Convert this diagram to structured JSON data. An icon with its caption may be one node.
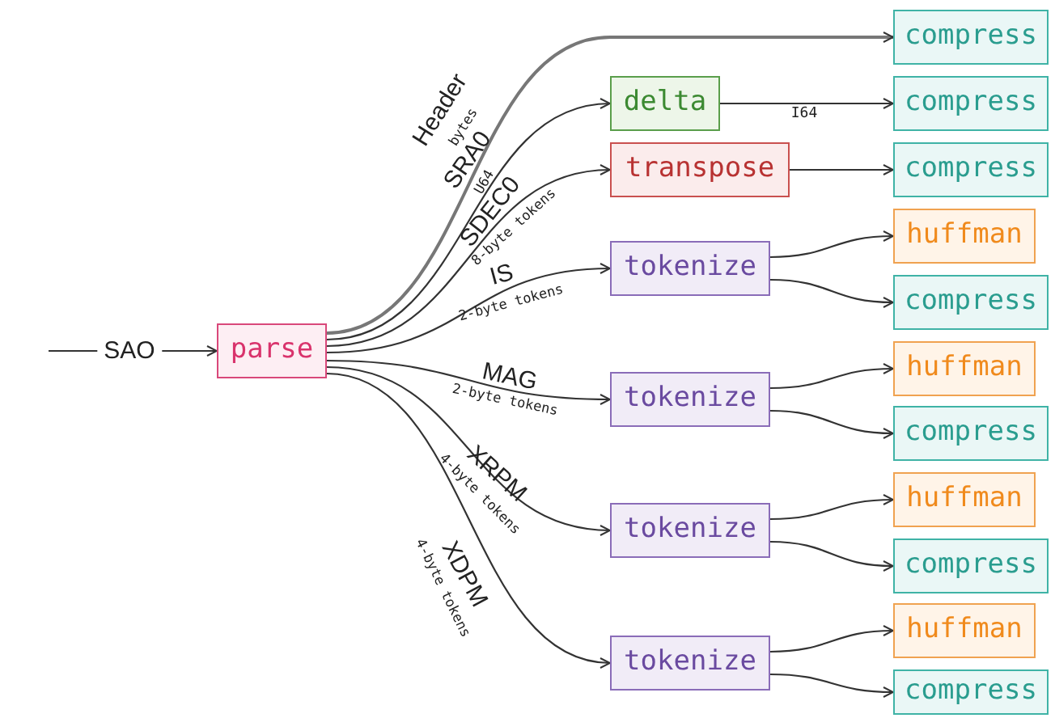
{
  "diagram": {
    "nodes": [
      {
        "text": [
          "parse"
        ]
      },
      {
        "text": [
          "delta"
        ]
      },
      {
        "text": [
          "transpose"
        ]
      },
      {
        "text": [
          "tokenize"
        ]
      },
      {
        "text": [
          "tokenize"
        ]
      },
      {
        "text": [
          "tokenize"
        ]
      },
      {
        "text": [
          "tokenize"
        ]
      },
      {
        "text": [
          "compress"
        ]
      },
      {
        "text": [
          "compress"
        ]
      },
      {
        "text": [
          "compress"
        ]
      },
      {
        "text": [
          "huffman"
        ]
      },
      {
        "text": [
          "compress"
        ]
      },
      {
        "text": [
          "huffman"
        ]
      },
      {
        "text": [
          "compress"
        ]
      },
      {
        "text": [
          "huffman"
        ]
      },
      {
        "text": [
          "compress"
        ]
      },
      {
        "text": [
          "huffman"
        ]
      },
      {
        "text": [
          "compress"
        ]
      }
    ],
    "edges": [
      {
        "from": null,
        "to": 0,
        "arrow": "to",
        "label": "SAO"
      },
      {
        "from": 0,
        "to": 7,
        "arrow": "to",
        "label": "Header",
        "color": "#777777"
      },
      {
        "from": 0,
        "to": 1,
        "arrow": "to",
        "label": "SRA0"
      },
      {
        "from": 0,
        "to": 2,
        "arrow": "to",
        "label": "SDEC0"
      },
      {
        "from": 0,
        "to": 3,
        "arrow": "to",
        "label": "IS"
      },
      {
        "from": 0,
        "to": 4,
        "arrow": "to",
        "label": "MAG"
      },
      {
        "from": 0,
        "to": 5,
        "arrow": "to",
        "label": "XRPM"
      },
      {
        "from": 0,
        "to": 6,
        "arrow": "to",
        "label": "XDPM"
      },
      {
        "from": 1,
        "to": 8,
        "arrow": "to",
        "label": "I64"
      },
      {
        "from": 2,
        "to": 9,
        "arrow": "to"
      },
      {
        "from": 3,
        "to": 10,
        "arrow": "to"
      },
      {
        "from": 3,
        "to": 11,
        "arrow": "to"
      },
      {
        "from": 4,
        "to": 12,
        "arrow": "to"
      },
      {
        "from": 4,
        "to": 13,
        "arrow": "to"
      },
      {
        "from": 5,
        "to": 14,
        "arrow": "to"
      },
      {
        "from": 5,
        "to": 15,
        "arrow": "to"
      },
      {
        "from": 6,
        "to": 16,
        "arrow": "to"
      },
      {
        "from": 6,
        "to": 17,
        "arrow": "to"
      }
    ],
    "labels": [
      "bytes",
      "U64",
      "8-byte tokens",
      "2-byte tokens",
      "2-byte tokens",
      "4-byte tokens",
      "4-byte tokens"
    ]
  }
}
